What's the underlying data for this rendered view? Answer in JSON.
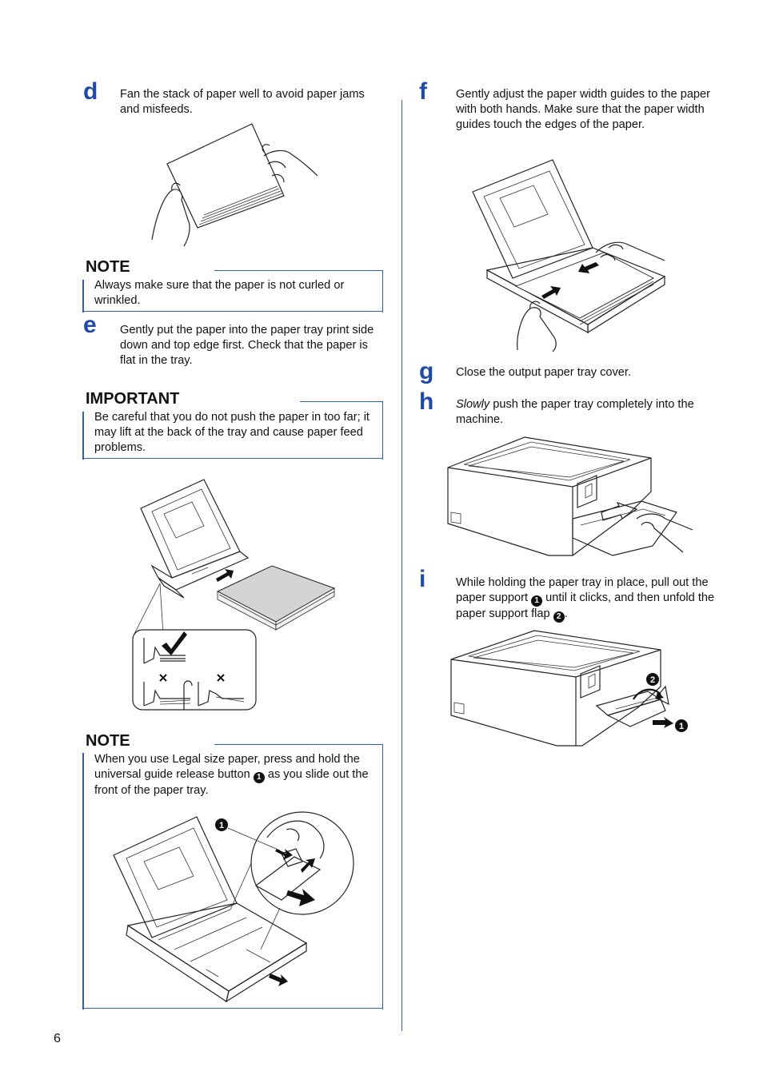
{
  "steps": {
    "d": {
      "letter": "d",
      "text": "Fan the stack of paper well to avoid paper jams and misfeeds."
    },
    "e": {
      "letter": "e",
      "text": "Gently put the paper into the paper tray print side down and top edge first. Check that the paper is flat in the tray."
    },
    "f": {
      "letter": "f",
      "text": "Gently adjust the paper width guides to the paper with both hands. Make sure that the paper width guides touch the edges of the paper."
    },
    "g": {
      "letter": "g",
      "text": "Close the output paper tray cover."
    },
    "h": {
      "letter": "h",
      "emphasis": "Slowly",
      "text": " push the paper tray completely into the machine."
    },
    "i": {
      "letter": "i",
      "text_a": "While holding the paper tray in place, pull out the paper support ",
      "text_b": " until it clicks, and then unfold the paper support flap ",
      "text_c": "."
    }
  },
  "note1": {
    "title": "NOTE",
    "text": "Always make sure that the paper is not curled or wrinkled."
  },
  "important": {
    "title": "IMPORTANT",
    "text": "Be careful that you do not push the paper in too far; it may lift at the back of the tray and cause paper feed problems."
  },
  "note2": {
    "title": "NOTE",
    "text_a": "When you use Legal size paper, press and hold the universal guide release button ",
    "text_b": " as you slide out the front of the paper tray."
  },
  "callouts": {
    "one": "1",
    "two": "2"
  },
  "page_number": "6",
  "colors": {
    "accent": "#1f4aa8",
    "box_border": "#2f5fb3",
    "paper_gray": "#d4d4d4"
  }
}
